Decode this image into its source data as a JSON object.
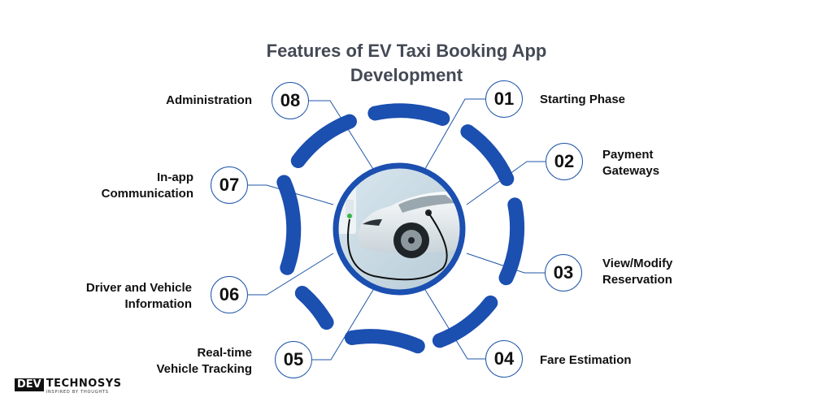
{
  "title_line1": "Features of EV Taxi Booking App",
  "title_line2": "Development",
  "colors": {
    "accent": "#1f56a8",
    "ring": "#1b4fb0",
    "text": "#111111",
    "title": "#444a55"
  },
  "features": [
    {
      "num": "01",
      "label": "Starting Phase"
    },
    {
      "num": "02",
      "label_line1": "Payment",
      "label_line2": "Gateways"
    },
    {
      "num": "03",
      "label_line1": "View/Modify",
      "label_line2": "Reservation"
    },
    {
      "num": "04",
      "label": "Fare Estimation"
    },
    {
      "num": "05",
      "label_line1": "Real-time",
      "label_line2": "Vehicle Tracking"
    },
    {
      "num": "06",
      "label_line1": "Driver and Vehicle",
      "label_line2": "Information"
    },
    {
      "num": "07",
      "label_line1": "In-app",
      "label_line2": "Communication"
    },
    {
      "num": "08",
      "label": "Administration"
    }
  ],
  "logo": {
    "brand_left": "DEV",
    "brand_right": "TECHNOSYS",
    "tagline": "INSPIRED BY THOUGHTS"
  },
  "center_image_icon": "electric-car-charging-image"
}
